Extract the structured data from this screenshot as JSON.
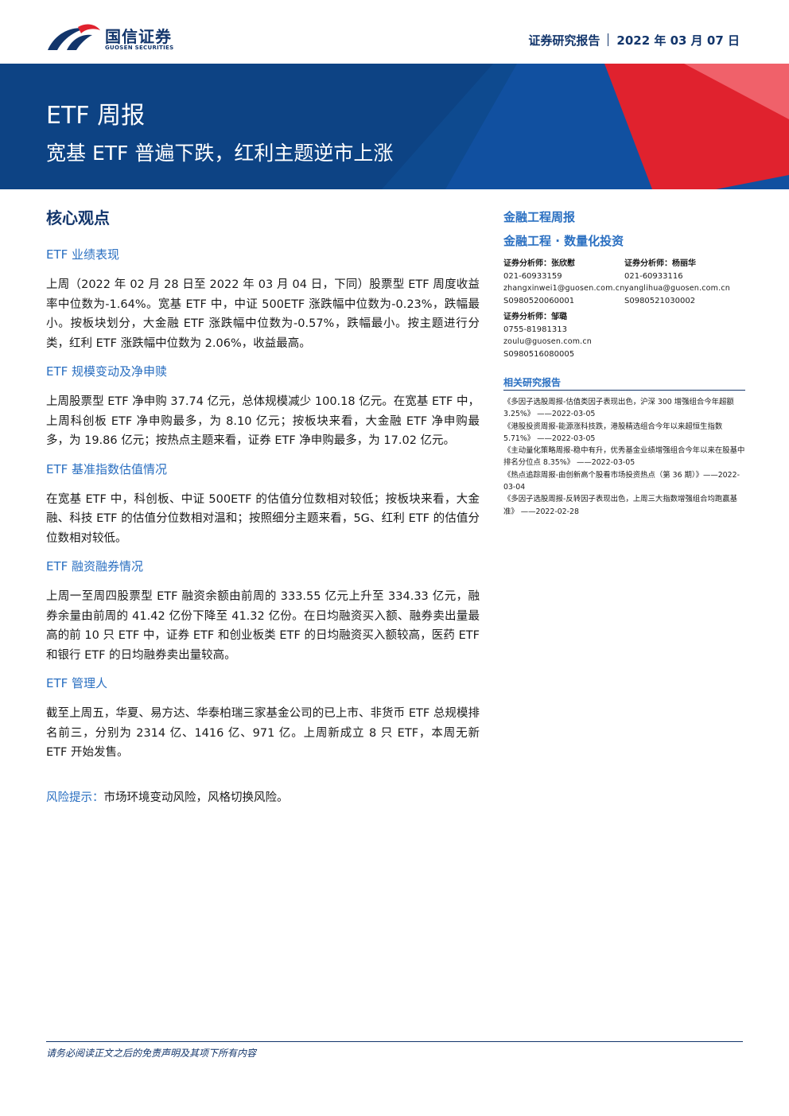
{
  "header": {
    "logo_cn": "国信证券",
    "logo_en": "GUOSEN SECURITIES",
    "report_type": "证券研究报告",
    "date": "2022 年 03 月 07 日"
  },
  "banner": {
    "title": "ETF 周报",
    "subtitle": "宽基 ETF 普遍下跌，红利主题逆市上涨"
  },
  "colors": {
    "brand_navy": "#12356b",
    "banner_blue": "#0e4a8f",
    "accent_red": "#e0222e",
    "section_blue": "#2a6fc1"
  },
  "main": {
    "core_title": "核心观点",
    "sections": [
      {
        "title": "ETF 业绩表现",
        "text": "上周（2022 年 02 月 28 日至 2022 年 03 月 04 日，下同）股票型 ETF 周度收益率中位数为-1.64%。宽基 ETF 中，中证 500ETF 涨跌幅中位数为-0.23%，跌幅最小。按板块划分，大金融 ETF 涨跌幅中位数为-0.57%，跌幅最小。按主题进行分类，红利 ETF 涨跌幅中位数为 2.06%，收益最高。"
      },
      {
        "title": "ETF 规模变动及净申赎",
        "text": "上周股票型 ETF 净申购 37.74 亿元，总体规模减少 100.18 亿元。在宽基 ETF 中，上周科创板 ETF 净申购最多，为 8.10 亿元；按板块来看，大金融 ETF 净申购最多，为 19.86 亿元；按热点主题来看，证券 ETF 净申购最多，为 17.02 亿元。"
      },
      {
        "title": "ETF 基准指数估值情况",
        "text": "在宽基 ETF 中，科创板、中证 500ETF 的估值分位数相对较低；按板块来看，大金融、科技 ETF 的估值分位数相对温和；按照细分主题来看，5G、红利 ETF 的估值分位数相对较低。"
      },
      {
        "title": "ETF 融资融券情况",
        "text": "上周一至周四股票型 ETF 融资余额由前周的 333.55 亿元上升至 334.33 亿元，融券余量由前周的 41.42 亿份下降至 41.32 亿份。在日均融资买入额、融券卖出量最高的前 10 只 ETF 中，证券 ETF 和创业板类 ETF 的日均融资买入额较高，医药 ETF 和银行 ETF 的日均融券卖出量较高。"
      },
      {
        "title": "ETF 管理人",
        "text": "截至上周五，华夏、易方达、华泰柏瑞三家基金公司的已上市、非货币 ETF 总规模排名前三，分别为 2314 亿、1416 亿、971 亿。上周新成立 8 只 ETF，本周无新 ETF 开始发售。"
      }
    ],
    "risk_label": "风险提示：",
    "risk_text": "市场环境变动风险，风格切换风险。"
  },
  "sidebar": {
    "title": "金融工程周报",
    "subtitle": "金融工程 · 数量化投资",
    "analysts": [
      {
        "name": "证券分析师：张欣慰",
        "phone": "021-60933159",
        "email": "zhangxinwei1@guosen.com.cn",
        "license": "S0980520060001"
      },
      {
        "name": "证券分析师：杨丽华",
        "phone": "021-60933116",
        "email": "yanglihua@guosen.com.cn",
        "license": "S0980521030002"
      },
      {
        "name": "证券分析师：邹璐",
        "phone": "0755-81981313",
        "email": "zoulu@guosen.com.cn",
        "license": "S0980516080005"
      }
    ],
    "related_title": "相关研究报告",
    "related": [
      "《多因子选股周报-估值类因子表现出色，沪深 300 增强组合今年超额 3.25%》 ——2022-03-05",
      "《港股投资周报-能源涨科技跌，港股精选组合今年以来超恒生指数 5.71%》 ——2022-03-05",
      "《主动量化策略周报-稳中有升，优秀基金业绩增强组合今年以来在股基中排名分位点 8.35%》 ——2022-03-05",
      "《热点追踪周报-由创新高个股看市场投资热点（第 36 期）》——2022-03-04",
      "《多因子选股周报-反转因子表现出色，上周三大指数增强组合均跑赢基准》 ——2022-02-28"
    ]
  },
  "footer": {
    "disclaimer": "请务必阅读正文之后的免责声明及其项下所有内容"
  }
}
